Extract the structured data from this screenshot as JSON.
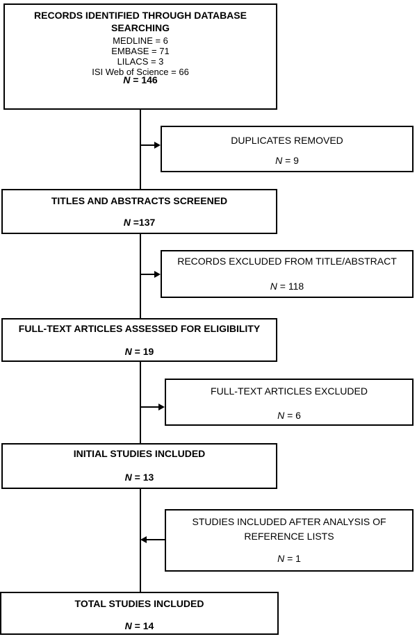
{
  "flowchart": {
    "boxes": {
      "identified": {
        "title": "RECORDS IDENTIFIED THROUGH DATABASE SEARCHING",
        "lines": [
          "MEDLINE = 6",
          "EMBASE = 71",
          "LILACS = 3",
          "ISI Web of Science = 66"
        ],
        "n_label": "N",
        "n_rest": " = 146"
      },
      "duplicates": {
        "title": "DUPLICATES REMOVED",
        "n_label": "N",
        "n_rest": " = 9"
      },
      "screened": {
        "title": "TITLES AND ABSTRACTS SCREENED",
        "n_label": "N",
        "n_rest": " =137"
      },
      "excluded_title_abstract": {
        "title": "RECORDS EXCLUDED FROM TITLE/ABSTRACT",
        "n_label": "N",
        "n_rest": " = 118"
      },
      "fulltext_assessed": {
        "title": "FULL-TEXT ARTICLES ASSESSED FOR ELIGIBILITY",
        "n_label": "N",
        "n_rest": " = 19"
      },
      "fulltext_excluded": {
        "title": "FULL-TEXT ARTICLES EXCLUDED",
        "n_label": "N",
        "n_rest": " = 6"
      },
      "initial_included": {
        "title": "INITIAL STUDIES INCLUDED",
        "n_label": "N",
        "n_rest": " = 13"
      },
      "reference_lists": {
        "title": "STUDIES INCLUDED AFTER ANALYSIS OF REFERENCE LISTS",
        "n_label": "N",
        "n_rest": " = 1"
      },
      "total_included": {
        "title": "TOTAL STUDIES INCLUDED",
        "n_label": "N",
        "n_rest": " = 14"
      }
    },
    "colors": {
      "line": "#000000",
      "text": "#000000",
      "background": "#ffffff"
    }
  }
}
